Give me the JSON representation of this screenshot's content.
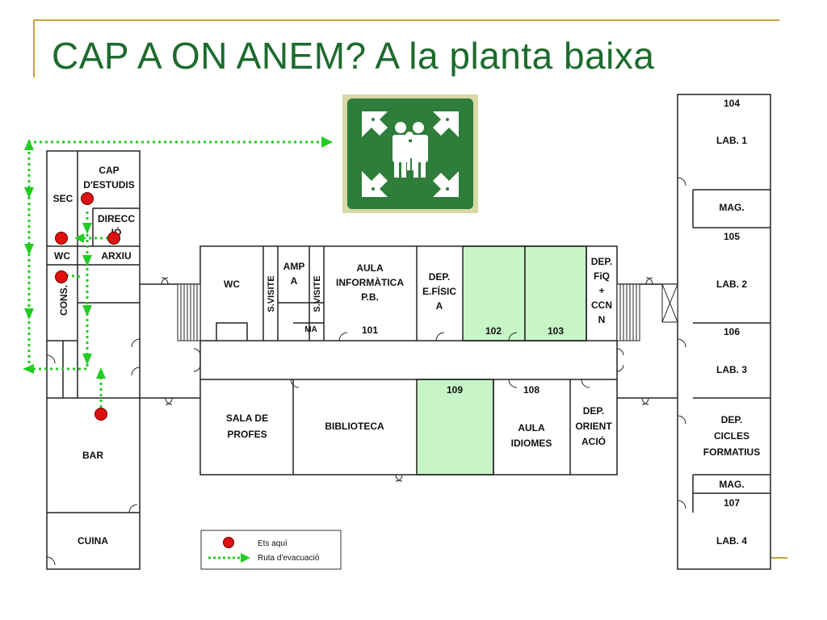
{
  "title": "CAP A ON ANEM? A la planta baixa",
  "colors": {
    "title": "#1d6b2e",
    "accent_line": "#c9a13a",
    "route": "#22cc22",
    "marker": "#dd1111",
    "highlight_room": "#c8f5c8",
    "sign_bg": "#2e7d3a"
  },
  "rooms": {
    "sec": "SEC",
    "cap_estudis": [
      "CAP",
      "D'ESTUDIS"
    ],
    "direccio": [
      "DIRECC",
      "IÓ"
    ],
    "wc_left": "WC",
    "arxiu": "ARXIU",
    "cons": "CONS.",
    "bar": "BAR",
    "cuina": "CUINA",
    "wc_center": "WC",
    "s_visite_1": "S.VISITE",
    "ampa": [
      "AMP",
      "A"
    ],
    "s_visite_2": "S.VISITE",
    "ma": "MA",
    "aula_info": [
      "AULA",
      "INFORMÀTICA",
      "P.B."
    ],
    "num_101": "101",
    "dep_efisica": [
      "DEP.",
      "E.FÍSIC",
      "A"
    ],
    "num_102": "102",
    "num_103": "103",
    "dep_fiq": [
      "DEP.",
      "FiQ",
      "+",
      "CCN",
      "N"
    ],
    "sala_profes": [
      "SALA DE",
      "PROFES"
    ],
    "biblioteca": "BIBLIOTECA",
    "num_109": "109",
    "num_108": "108",
    "aula_idiomes": [
      "AULA",
      "IDIOMES"
    ],
    "dep_orientacio": [
      "DEP.",
      "ORIENT",
      "ACIÓ"
    ],
    "num_104": "104",
    "lab1": "LAB. 1",
    "mag_1": "MAG.",
    "num_105": "105",
    "lab2": "LAB. 2",
    "num_106": "106",
    "lab3": "LAB. 3",
    "dep_cicles": [
      "DEP.",
      "CICLES",
      "FORMATIUS"
    ],
    "mag_2": "MAG.",
    "num_107": "107",
    "lab4": "LAB. 4"
  },
  "legend": {
    "here": "Ets aquí",
    "route": "Ruta d'evacuació"
  },
  "sign": {
    "icon": "assembly-point-icon"
  }
}
